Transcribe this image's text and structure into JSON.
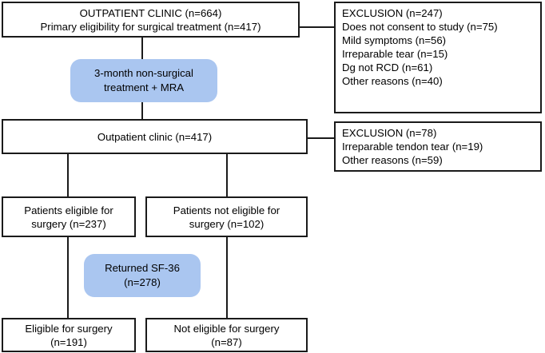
{
  "diagram": {
    "title": "Patient flow diagram",
    "accent_blue": "#aac6f0",
    "line_color": "#1a1a1a",
    "background": "#ffffff"
  },
  "nodes": {
    "outpatient_clinic_top": {
      "line1": "OUTPATIENT CLINIC (n=664)",
      "line2": "Primary eligibility for surgical treatment (n=417)"
    },
    "exclusion_1": {
      "line1": "EXCLUSION (n=247)",
      "line2": "Does not consent to study (n=75)",
      "line3": "Mild symptoms (n=56)",
      "line4": "Irreparable tear (n=15)",
      "line5": "Dg not RCD (n=61)",
      "line6": "Other reasons (n=40)"
    },
    "treatment_mra": {
      "line1": "3-month non-surgical",
      "line2": "treatment + MRA"
    },
    "outpatient_clinic_second": {
      "line1": "Outpatient clinic (n=417)"
    },
    "exclusion_2": {
      "line1": "EXCLUSION (n=78)",
      "line2": "Irreparable tendon tear (n=19)",
      "line3": "Other reasons (n=59)"
    },
    "patients_eligible": {
      "line1": "Patients eligible for",
      "line2": "surgery (n=237)"
    },
    "patients_not_eligible": {
      "line1": "Patients not eligible for",
      "line2": "surgery (n=102)"
    },
    "returned_sf36": {
      "line1": "Returned SF-36",
      "line2": "(n=278)"
    },
    "eligible_for_surgery": {
      "line1": "Eligible for surgery",
      "line2": "(n=191)"
    },
    "not_eligible_for_surgery": {
      "line1": "Not eligible for surgery",
      "line2": "(n=87)"
    }
  }
}
